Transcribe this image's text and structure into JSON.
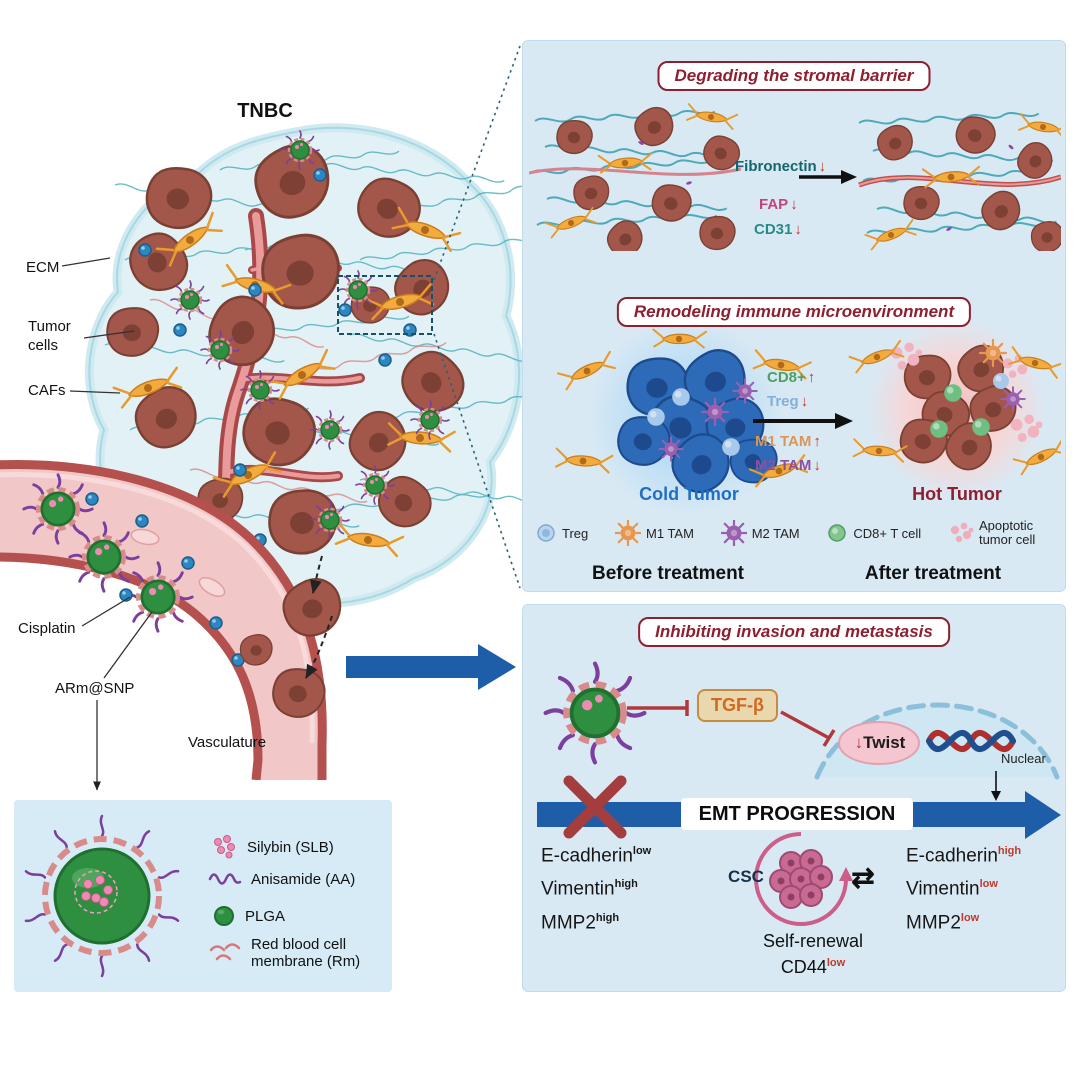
{
  "figure": {
    "tnbc_title": "TNBC"
  },
  "left_labels": {
    "ecm": "ECM",
    "tumor_cells": "Tumor cells",
    "cafs": "CAFs",
    "cisplatin": "Cisplatin",
    "arm_snp": "ARm@SNP",
    "vasculature": "Vasculature"
  },
  "legend": {
    "silybin": "Silybin (SLB)",
    "anisamide": "Anisamide (AA)",
    "plga": "PLGA",
    "rbc_membrane": "Red blood cell membrane (Rm)"
  },
  "stromal_panel": {
    "title": "Degrading the stromal barrier",
    "markers": [
      {
        "label": "Fibronectin",
        "arrow": "↓"
      },
      {
        "label": "FAP",
        "arrow": "↓"
      },
      {
        "label": "CD31",
        "arrow": "↓"
      }
    ]
  },
  "immune_panel": {
    "title": "Remodeling immune microenvironment",
    "markers": [
      {
        "label": "CD8+",
        "arrow": "↑"
      },
      {
        "label": "Treg",
        "arrow": "↓"
      },
      {
        "label": "M1 TAM",
        "arrow": "↑"
      },
      {
        "label": "M2 TAM",
        "arrow": "↓"
      }
    ],
    "cold_tumor": "Cold Tumor",
    "hot_tumor": "Hot Tumor",
    "cell_legend": [
      {
        "label": "Treg"
      },
      {
        "label": "M1 TAM"
      },
      {
        "label": "M2 TAM"
      },
      {
        "label": "CD8+ T cell"
      },
      {
        "label": "Apoptotic tumor cell"
      }
    ],
    "before": "Before treatment",
    "after": "After treatment"
  },
  "metastasis_panel": {
    "title": "Inhibiting invasion and metastasis",
    "tgfb": "TGF-β",
    "twist_arrow": "↓",
    "twist": "Twist",
    "nuclear": "Nuclear",
    "emt": "EMT PROGRESSION",
    "before_markers": [
      {
        "name": "E-cadherin",
        "level": "low"
      },
      {
        "name": "Vimentin",
        "level": "high"
      },
      {
        "name": "MMP2",
        "level": "high"
      }
    ],
    "after_markers": [
      {
        "name": "E-cadherin",
        "level": "high"
      },
      {
        "name": "Vimentin",
        "level": "low"
      },
      {
        "name": "MMP2",
        "level": "low"
      }
    ],
    "csc": "CSC",
    "harpoons": "⇄",
    "self_renewal": "Self-renewal",
    "cd44_name": "CD44",
    "cd44_level": "low"
  },
  "colors": {
    "panel_bg": "#d9e9f4",
    "title_red": "#8e1f2f",
    "emt_blue": "#1e5ea8",
    "fibronectin": "#15656d",
    "fap": "#c2447e",
    "cd31": "#2a8a8a",
    "cd8": "#4f9e63",
    "treg": "#83b0d8",
    "m1_tam": "#d9965b",
    "m2_tam": "#8e4f9e",
    "cold_tumor": "#1f6fc4",
    "hot_tumor": "#8e1f2f",
    "tgfb": "#d2691e",
    "level_red": "#c0392b",
    "inhibit_red": "#b03a3a"
  }
}
